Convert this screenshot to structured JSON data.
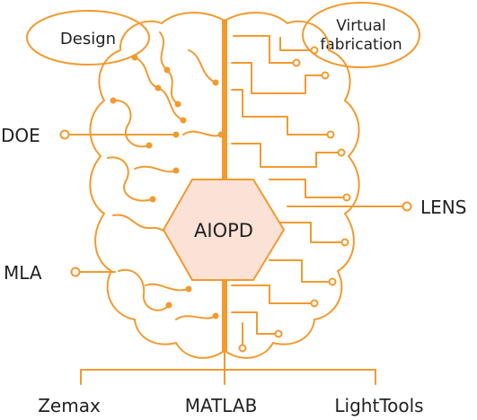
{
  "colors": {
    "accent": "#f29a2e",
    "hex_fill": "#fbe1d6",
    "text": "#222222"
  },
  "bubbles": {
    "design": "Design",
    "virtual_line1": "Virtual",
    "virtual_line2": "fabrication"
  },
  "center": {
    "label": "AIOPD"
  },
  "side_labels": {
    "doe": "DOE",
    "mla": "MLA",
    "lens": "LENS"
  },
  "tools": {
    "zemax": "Zemax",
    "matlab": "MATLAB",
    "lighttools": "LightTools"
  }
}
